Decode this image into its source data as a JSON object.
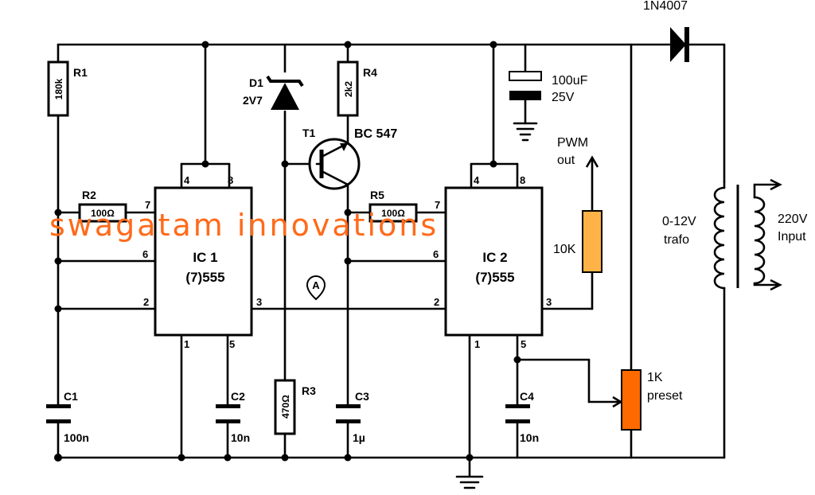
{
  "title": "",
  "watermark": "swagatam innovations",
  "components": {
    "r1": {
      "ref": "R1",
      "value": "180k"
    },
    "r2": {
      "ref": "R2",
      "value": "100Ω"
    },
    "r3": {
      "ref": "R3",
      "value": "470Ω"
    },
    "r4": {
      "ref": "R4",
      "value": "2k2"
    },
    "r5": {
      "ref": "R5",
      "value": "100Ω"
    },
    "c1": {
      "ref": "C1",
      "value": "100n"
    },
    "c2": {
      "ref": "C2",
      "value": "10n"
    },
    "c3": {
      "ref": "C3",
      "value": "1µ"
    },
    "c4": {
      "ref": "C4",
      "value": "10n"
    },
    "d1": {
      "ref": "D1",
      "value": "2V7"
    },
    "t1": {
      "ref": "T1",
      "value": "BC 547"
    },
    "ic1": {
      "ref": "IC 1",
      "type": "(7)555",
      "pins": [
        "4",
        "8",
        "7",
        "6",
        "2",
        "3",
        "1",
        "5"
      ]
    },
    "ic2": {
      "ref": "IC 2",
      "type": "(7)555",
      "pins": [
        "4",
        "8",
        "7",
        "6",
        "2",
        "3",
        "1",
        "5"
      ]
    },
    "diode": {
      "label": "1N4007"
    },
    "cap_big": {
      "line1": "100uF",
      "line2": "25V"
    },
    "pot_10k": {
      "label": "10K"
    },
    "preset": {
      "line1": "1K",
      "line2": "preset"
    },
    "pwm": {
      "line1": "PWM",
      "line2": "out"
    },
    "trafo": {
      "line1": "0-12V",
      "line2": "trafo"
    },
    "input": {
      "line1": "220V",
      "line2": "Input"
    },
    "node_a": "A"
  },
  "colors": {
    "wire": "#000000",
    "watermark": "#ff6a1a",
    "pot_10k": "#ffb347",
    "preset": "#ff6a00"
  }
}
